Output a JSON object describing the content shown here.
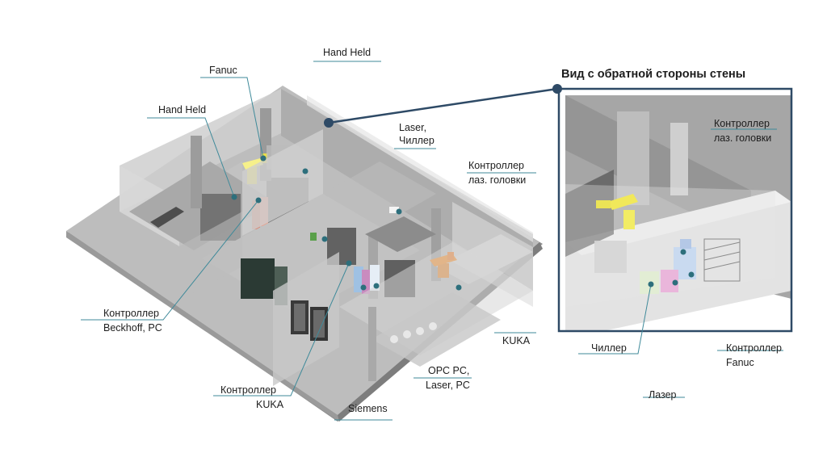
{
  "inset_title": "Вид с обратной стороны стены",
  "labels": {
    "fanuc": "Fanuc",
    "hand_held_top": "Hand Held",
    "hand_held_left": "Hand Held",
    "laser_chiller_1": "Laser,",
    "laser_chiller_2": "Чиллер",
    "head_ctrl_1": "Контроллер",
    "head_ctrl_2": "лаз. головки",
    "beckhoff_1": "Контроллер",
    "beckhoff_2": "Beckhoff, PC",
    "kuka_ctrl_1": "Контроллер",
    "kuka_ctrl_2": "KUKA",
    "siemens": "Siemens",
    "opc_1": "OPC PC,",
    "opc_2": "Laser, PC",
    "kuka": "KUKA",
    "inset_head_ctrl_1": "Контроллер",
    "inset_head_ctrl_2": "лаз. головки",
    "inset_chiller": "Чиллер",
    "inset_fanuc_ctrl_1": "Контроллер",
    "inset_fanuc_ctrl_2": "Fanuc",
    "inset_laser": "Лазер"
  },
  "colors": {
    "line": "#3f8a9a",
    "dot": "#2d6f7c",
    "frame": "#2e4a66",
    "floor": "#b9b9b9",
    "wall": "#c9c9c9",
    "robot_yellow": "#f2ec64",
    "robot_orange": "#f08a2c",
    "cabinet_pink": "#e9b3d8",
    "cabinet_blue": "#c6d8ee",
    "cabinet_green": "#dfeccf"
  }
}
